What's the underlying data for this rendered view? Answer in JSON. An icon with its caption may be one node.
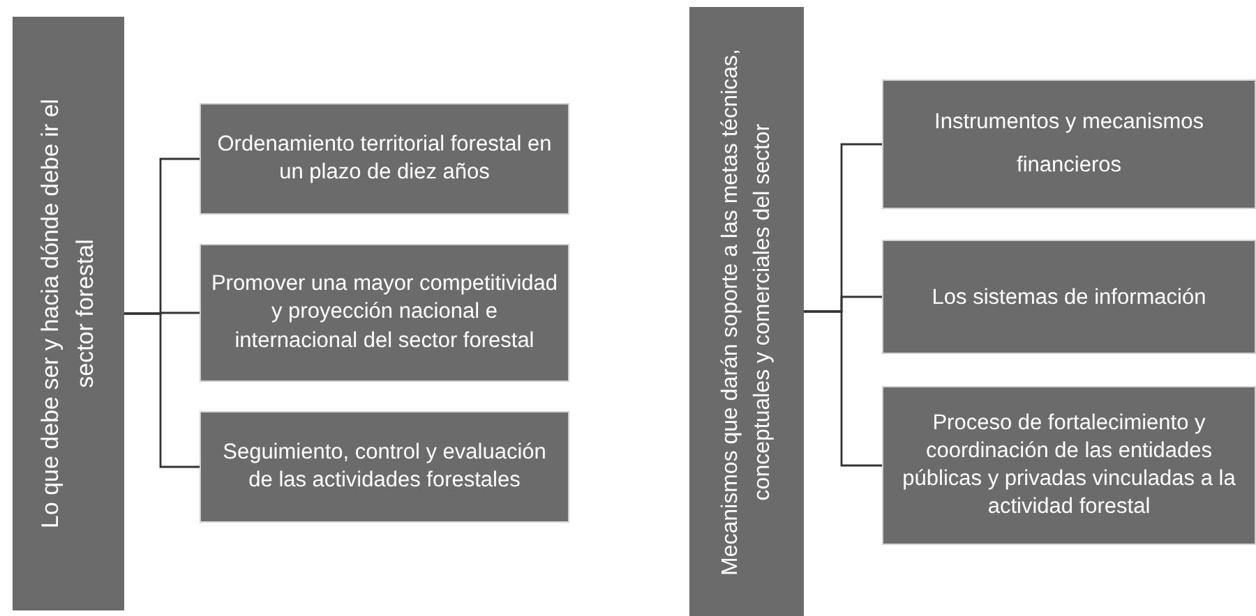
{
  "diagram": {
    "nodes": [
      {
        "text": [
          "Lo que debe ser y hacia dónde debe ir el sector forestal"
        ]
      },
      {
        "text": [
          "Ordenamiento territorial forestal en un plazo de diez años"
        ]
      },
      {
        "text": [
          "Promover una mayor competitividad y proyección nacional e internacional del sector forestal"
        ]
      },
      {
        "text": [
          "Seguimiento, control y evaluación de las actividades forestales"
        ]
      },
      {
        "text": [
          "Mecanismos que darán soporte a las metas técnicas, conceptuales y comerciales del sector"
        ]
      },
      {
        "text": [
          "Instrumentos y mecanismos financieros"
        ]
      },
      {
        "text": [
          "Los sistemas de información"
        ]
      },
      {
        "text": [
          "Proceso de fortalecimiento y coordinación de las entidades públicas y privadas vinculadas a la actividad forestal"
        ]
      }
    ],
    "edges": [
      {
        "from": 0,
        "to": 1,
        "arrow": "none"
      },
      {
        "from": 0,
        "to": 2,
        "arrow": "none"
      },
      {
        "from": 0,
        "to": 3,
        "arrow": "none"
      },
      {
        "from": 4,
        "to": 5,
        "arrow": "none"
      },
      {
        "from": 4,
        "to": 6,
        "arrow": "none"
      },
      {
        "from": 4,
        "to": 7,
        "arrow": "none"
      }
    ]
  }
}
